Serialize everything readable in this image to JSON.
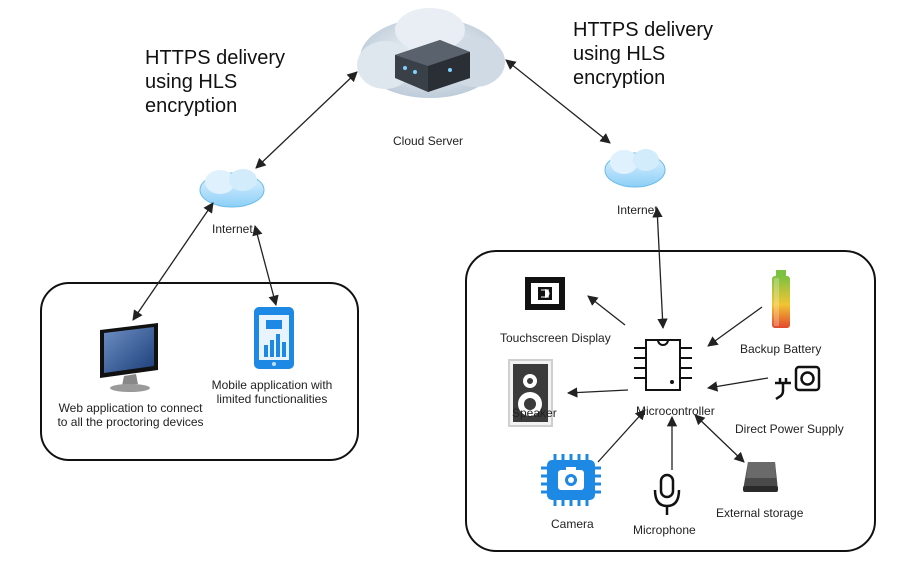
{
  "labels": {
    "https_left": [
      "HTTPS delivery",
      "using HLS",
      "encryption"
    ],
    "https_right": [
      "HTTPS delivery",
      "using HLS",
      "encryption"
    ],
    "cloud_server": "Cloud Server",
    "internet_left": "Internet",
    "internet_right": "Internet",
    "web_app": [
      "Web application to connect",
      "to all the proctoring devices"
    ],
    "mobile_app": [
      "Mobile application with",
      "limited functionalities"
    ],
    "touchscreen": "Touchscreen Display",
    "speaker": "Speaker",
    "microcontroller": "Microcontroller",
    "backup_battery": "Backup Battery",
    "direct_power": "Direct Power Supply",
    "camera": "Camera",
    "microphone": "Microphone",
    "external_storage": "External storage"
  },
  "colors": {
    "icon_blue": "#1e88e5",
    "line": "#222222",
    "battery_green": "#7cc242",
    "battery_yellow": "#f2c431",
    "battery_red": "#e2482d"
  }
}
